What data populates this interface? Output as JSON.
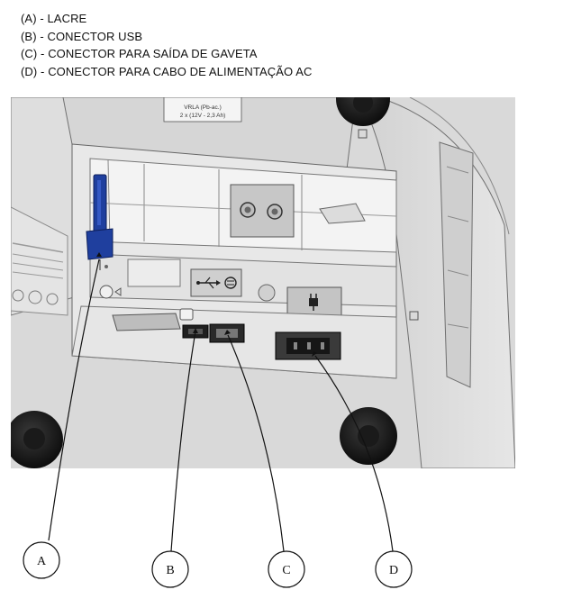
{
  "legend": [
    "(A) - LACRE",
    "(B) - CONECTOR USB",
    "(C) - CONECTOR PARA SAÍDA DE GAVETA",
    "(D) - CONECTOR PARA CABO DE ALIMENTAÇÃO AC"
  ],
  "battery_label": {
    "line1": "VRLA (Pb-ac.)",
    "line2": "2 x (12V - 2,3 Ah)"
  },
  "callouts": {
    "a": "A",
    "b": "B",
    "c": "C",
    "d": "D"
  },
  "icons": {
    "usb": "usb-symbol-icon",
    "drawer": "drawer-kick-icon",
    "power": "power-plug-icon"
  },
  "colors": {
    "seal": "#1f3f9e",
    "panel": "#e9e9e9",
    "body": "#dcdcdc",
    "dark_panel": "#c8c8c8"
  }
}
